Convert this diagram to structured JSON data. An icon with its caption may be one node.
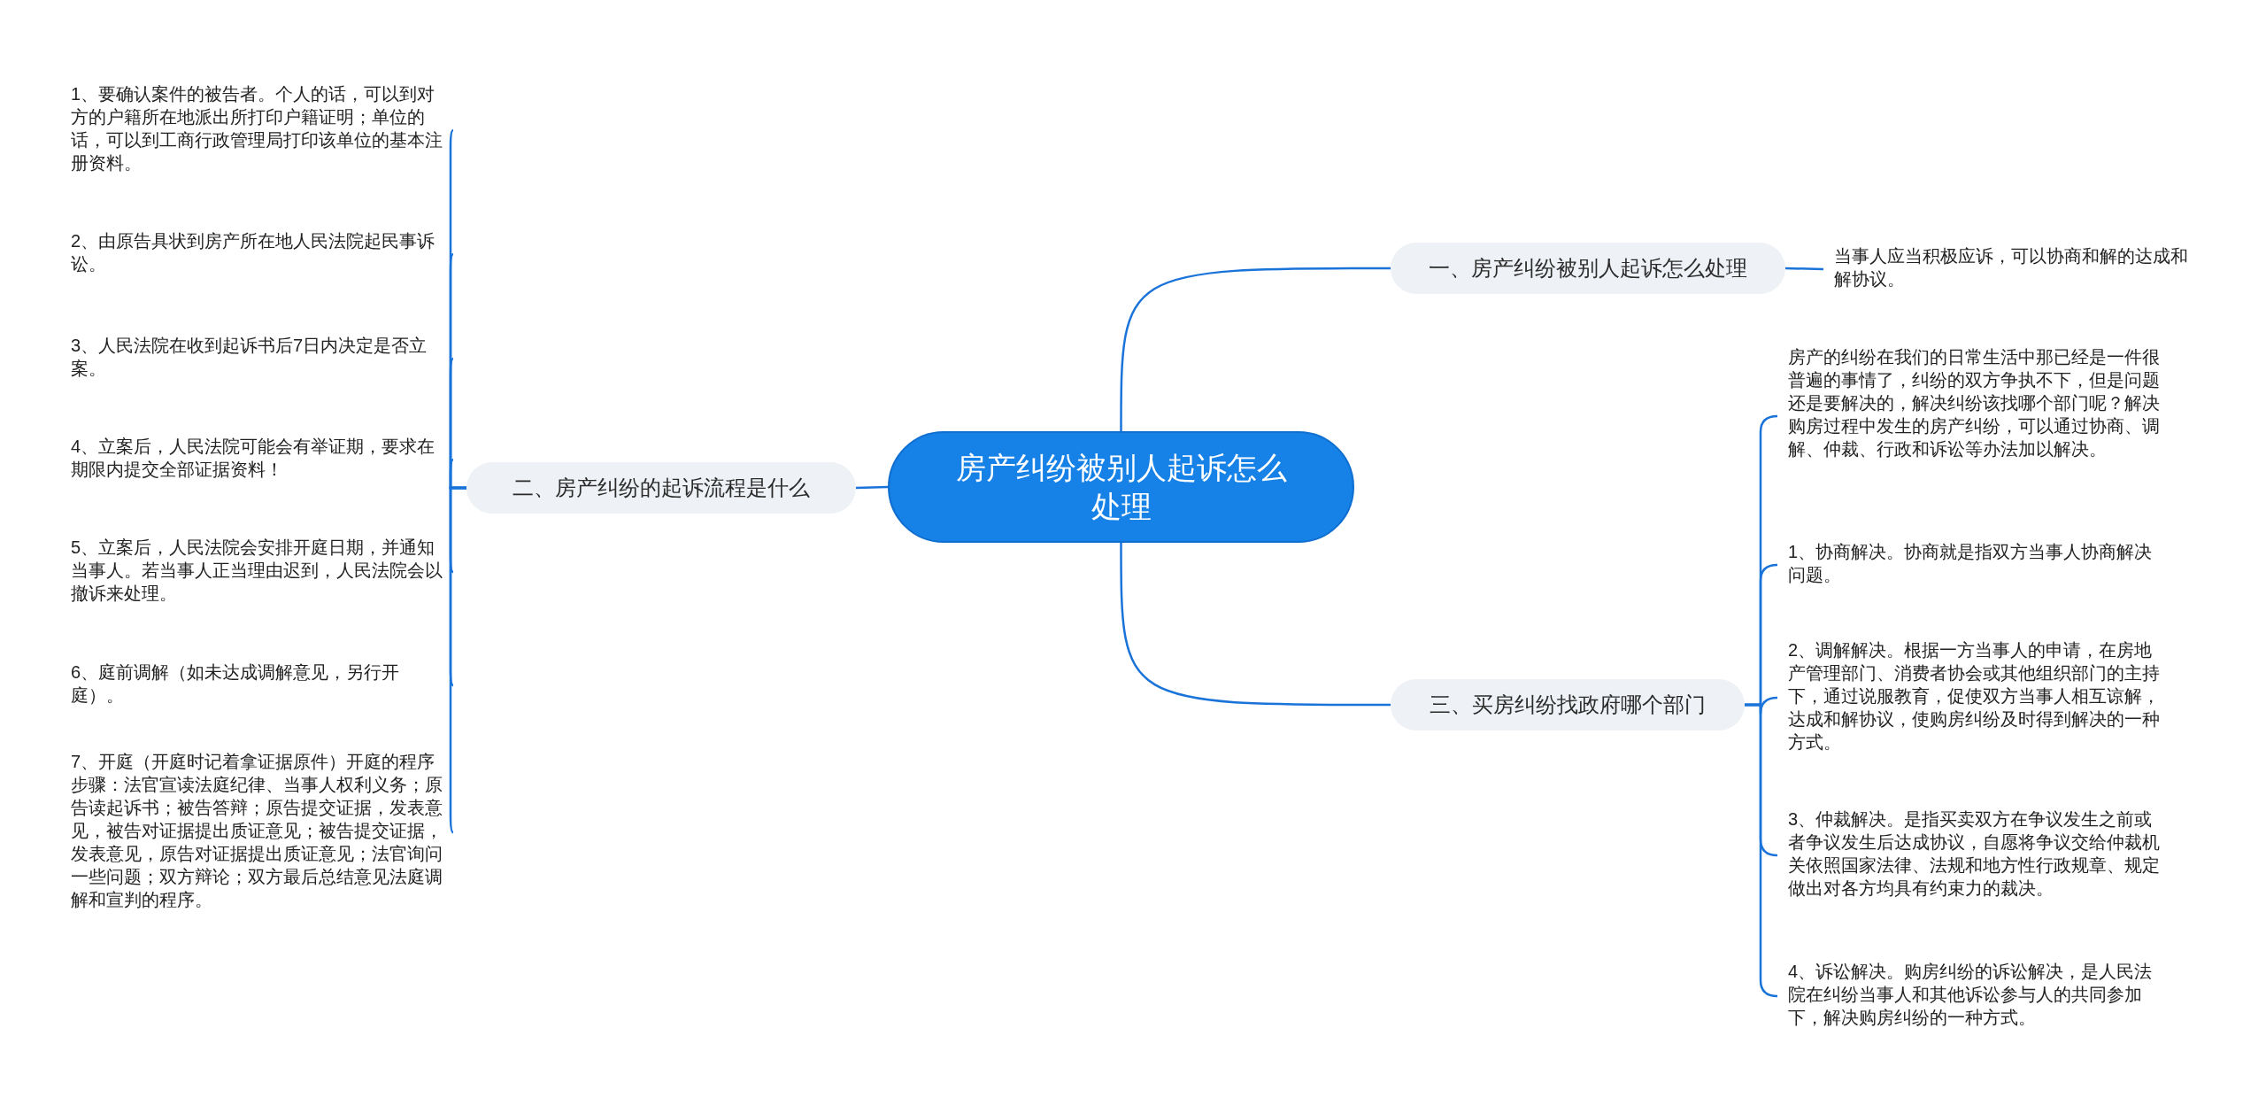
{
  "diagram": {
    "nodes": [
      {
        "text": [
          "房产纠纷被别人起诉怎么处理"
        ]
      },
      {
        "text": [
          "一、房产纠纷被别人起诉怎么处理"
        ]
      },
      {
        "text": [
          "当事人应当积极应诉，可以协商和解的达成和解协议。"
        ]
      },
      {
        "text": [
          "二、房产纠纷的起诉流程是什么"
        ]
      },
      {
        "text": [
          "1、要确认案件的被告者。个人的话，可以到对方的户籍所在地派出所打印户籍证明；单位的话，可以到工商行政管理局打印该单位的基本注册资料。"
        ]
      },
      {
        "text": [
          "2、由原告具状到房产所在地人民法院起民事诉讼。"
        ]
      },
      {
        "text": [
          "3、人民法院在收到起诉书后7日内决定是否立案。"
        ]
      },
      {
        "text": [
          "4、立案后，人民法院可能会有举证期，要求在期限内提交全部证据资料！"
        ]
      },
      {
        "text": [
          "5、立案后，人民法院会安排开庭日期，并通知当事人。若当事人正当理由迟到，人民法院会以撤诉来处理。"
        ]
      },
      {
        "text": [
          "6、庭前调解（如未达成调解意见，另行开庭）。"
        ]
      },
      {
        "text": [
          "7、开庭（开庭时记着拿证据原件）开庭的程序步骤：法官宣读法庭纪律、当事人权利义务；原告读起诉书；被告答辩；原告提交证据，发表意见，被告对证据提出质证意见；被告提交证据，发表意见，原告对证据提出质证意见；法官询问一些问题；双方辩论；双方最后总结意见法庭调解和宣判的程序。"
        ]
      },
      {
        "text": [
          "三、买房纠纷找政府哪个部门"
        ]
      },
      {
        "text": [
          "房产的纠纷在我们的日常生活中那已经是一件很普遍的事情了，纠纷的双方争执不下，但是问题还是要解决的，解决纠纷该找哪个部门呢？解决购房过程中发生的房产纠纷，可以通过协商、调解、仲裁、行政和诉讼等办法加以解决。"
        ]
      },
      {
        "text": [
          "1、协商解决。协商就是指双方当事人协商解决问题。"
        ]
      },
      {
        "text": [
          "2、调解解决。根据一方当事人的申请，在房地产管理部门、消费者协会或其他组织部门的主持下，通过说服教育，促使双方当事人相互谅解，达成和解协议，使购房纠纷及时得到解决的一种方式。"
        ]
      },
      {
        "text": [
          "3、仲裁解决。是指买卖双方在争议发生之前或者争议发生后达成协议，自愿将争议交给仲裁机关依照国家法律、法规和地方性行政规章、规定做出对各方均具有约束力的裁决。"
        ]
      },
      {
        "text": [
          "4、诉讼解决。购房纠纷的诉讼解决，是人民法院在纠纷当事人和其他诉讼参与人的共同参加下，解决购房纠纷的一种方式。"
        ]
      }
    ],
    "edges": [
      {
        "from": 0,
        "to": 1,
        "arrow": "none"
      },
      {
        "from": 1,
        "to": 2,
        "arrow": "none"
      },
      {
        "from": 0,
        "to": 3,
        "arrow": "none"
      },
      {
        "from": 3,
        "to": 4,
        "arrow": "none"
      },
      {
        "from": 3,
        "to": 5,
        "arrow": "none"
      },
      {
        "from": 3,
        "to": 6,
        "arrow": "none"
      },
      {
        "from": 3,
        "to": 7,
        "arrow": "none"
      },
      {
        "from": 3,
        "to": 8,
        "arrow": "none"
      },
      {
        "from": 3,
        "to": 9,
        "arrow": "none"
      },
      {
        "from": 3,
        "to": 10,
        "arrow": "none"
      },
      {
        "from": 0,
        "to": 11,
        "arrow": "none"
      },
      {
        "from": 11,
        "to": 12,
        "arrow": "none"
      },
      {
        "from": 11,
        "to": 13,
        "arrow": "none"
      },
      {
        "from": 11,
        "to": 14,
        "arrow": "none"
      },
      {
        "from": 11,
        "to": 15,
        "arrow": "none"
      },
      {
        "from": 11,
        "to": 16,
        "arrow": "none"
      }
    ]
  }
}
